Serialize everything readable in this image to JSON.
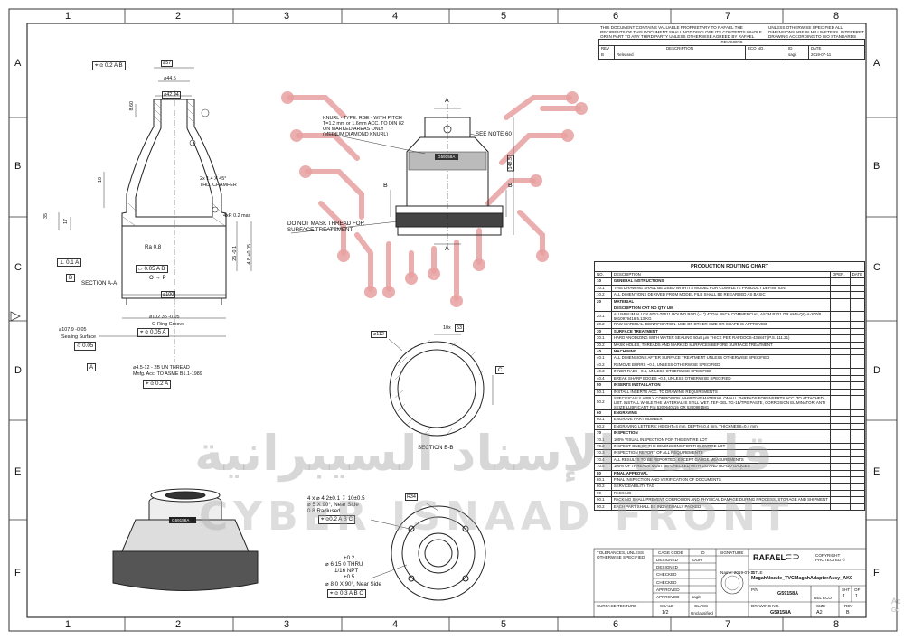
{
  "zones": {
    "columns": [
      "1",
      "2",
      "3",
      "4",
      "5",
      "6",
      "7",
      "8"
    ],
    "rows": [
      "A",
      "B",
      "C",
      "D",
      "E",
      "F"
    ]
  },
  "header": {
    "confidential": "THIS DOCUMENT CONTAINS VALUABLE PROPRIETARY TO RAFAEL THE RECIPIENTS OF THIS DOCUMENT SHALL NOT DISCLOSE ITS CONTENTS WHOLE OR IN PART TO ANY THIRD PARTY UNLESS OTHERWISE AGREED BY RAFAEL",
    "dims_note": "UNLESS OTHERWISE SPECIFIED ALL DIMENSIONS ARE IN MILLIMETERS. INTERPRET DRAWING ACCORDING TO ISO STANDARDS",
    "revisions_title": "REVISIONS",
    "rev_headers": [
      "REV",
      "DESCRIPTION",
      "ECO NO.",
      "ID",
      "DATE"
    ],
    "rev_row": [
      "B",
      "Released",
      "",
      "sagit",
      "2019-07-11"
    ]
  },
  "left_view": {
    "gdt_top": "⌖ ⌀ 0.2 A B",
    "dims": [
      "⌀57",
      "⌀44.5",
      "⌀42.94",
      "8.60",
      "10",
      "35",
      "17",
      "⌀100",
      "⌀102.35 -0.05",
      "⌀107.9 -0.05"
    ],
    "chamfer": "2x 1.4 X 45°",
    "chamfer2": "THD. CHAMFER",
    "r_note": "4xR 0.2 max",
    "ra": "Ra 0.8",
    "flat": "⏥ 0.05 A B",
    "o_p": "O → P",
    "datum_a": "⊥ 0.1 A",
    "datum_b": "B",
    "section_label": "SECTION A-A",
    "o_ring": "O-Ring Groove",
    "profile": "⌖ ⌀ 0.05 A",
    "sealing": "Sealing Surface",
    "sealing_gdt": "⌭ 0.05",
    "datum_a2": "A",
    "thread1": "⌀4.5-12 - 2B UN THREAD",
    "thread2": "Mnfg. Acc. TO ASME B1.1-1989",
    "thread_gdt": "⌖ ⌀ 0.2 A",
    "side_dims": [
      "25 -0.1",
      "4.8 +0.05"
    ]
  },
  "main_view": {
    "knurl": [
      "KNURL - TYPE: RGE - WITH PITCH",
      "T=1.2 mm or 1.6mm ACC. TO DIN 82",
      "ON MARKED AREAS ONLY",
      "(MEDIUM DIAMOND KNURL)"
    ],
    "note": "SEE NOTE 60",
    "dim_h": "148.5",
    "label_a": "A",
    "label_b": "B",
    "mask": [
      "DO NOT MASK THREAD FOR",
      "SURFACE TREATEMENT"
    ],
    "engraving": "G59158A"
  },
  "section_bb": {
    "dia": "⌀112",
    "dim": "10x",
    "dim_box": "53",
    "datum_c": "C",
    "label": "SECTION B-B"
  },
  "iso_view": {
    "engraving": "G59158A"
  },
  "bottom_view": {
    "holes": [
      "4 x ⌀ 4.2±0.1 ↧ 10±0.5",
      "⌀ 5 X 90°, Near Side",
      "0.8 Radiused"
    ],
    "holes_gdt": "⌖ ⌀0.2 A B C",
    "r34": "R34",
    "thru": [
      "+0.2",
      "⌀ 6.15 0 THRU",
      "1/16 NPT",
      "+0.5"
    ],
    "csk": "⌀ 8 0 X 90°, Near Side",
    "thru_gdt": "⌖ ⌀ 0.3 A B C"
  },
  "routing": {
    "title": "PRODUCTION ROUTING CHART",
    "headers": [
      "NO.",
      "DESCRIPTION",
      "OPER.",
      "DATE"
    ],
    "rows": [
      [
        "10",
        "GENERAL INSTRUCTIONS",
        true
      ],
      [
        "10.1",
        "THIS DRAWING SHALL BE USED WITH ITS MODEL FOR COMPLETE PRODUCT DEFINITION",
        false
      ],
      [
        "10.2",
        "ALL DIMENTIONS DERIVED FROM MODEL FILE SHALL BE REGARDED AS BASIC",
        false
      ],
      [
        "20",
        "MATERIAL",
        true
      ],
      [
        "",
        "DESCRIPTION                                   CAT NO   QTY  UM",
        true
      ],
      [
        "20.1",
        "ALUMINUM ALLOY 6061-T6511 ROUND ROD (=1\") 4\" DIA. INCH COMMERCIAL, ASTM B221 OR AMS-QQ-A-200/8              5010979416  5.13  KG",
        false
      ],
      [
        "20.2",
        "RAW MATERIAL IDENTIFICATION. USE OF OTHER SIZE OR SHAPE IS APPROVED",
        false
      ],
      [
        "30",
        "SURFACE TREATMENT",
        true
      ],
      [
        "30.1",
        "HARD ANODIZING WITH WATER SEALING 50±5 μm THICK PER RAFDOCS-436847 (P.S. 111.21)",
        false
      ],
      [
        "30.2",
        "MASK HOLES, THREADS AND MARKED SURFACES BEFORE SURFACE TREATMENT",
        false
      ],
      [
        "40",
        "MACHINING",
        true
      ],
      [
        "40.1",
        "ALL DIMENSIONS AFTER SURFACE TREATMENT UNLESS OTHERWISE SPECIFIED",
        false
      ],
      [
        "40.2",
        "REMOVE BURRS ~0.5, UNLESS OTHERWISE SPECIFIED",
        false
      ],
      [
        "40.3",
        "INNER RADII ~0.5, UNLESS OTHERWISE SPECIFIED",
        false
      ],
      [
        "40.4",
        "BREAK SHARP EDGES ~0.3, UNLESS OTHERWISE SPECIFIED",
        false
      ],
      [
        "50",
        "INSERTS INSTALLATION",
        true
      ],
      [
        "50.1",
        "INSTALL INSERTS ACC. TO DRAWING REQUIREMENTS",
        false
      ],
      [
        "50.2",
        "SPECIFICALLY APPLY CORROSION INHIBITIVE MATERIAL ON ALL THREADS FOR INSERTS ACC. TO ATTACHED LIST. INSTALL WHILE THE MATERIAL IS STILL WET. TEF-GEL TG-1B/TPE PASTE, CORROSION ELIMINATOR, ANTI SEIZE LUBRICANT P.N 5300640115 OR 5300881581",
        false
      ],
      [
        "60",
        "ENGRAVING",
        true
      ],
      [
        "60.1",
        "ENGRAVE PART NUMBER",
        false
      ],
      [
        "60.2",
        "ENGRAVING LETTERS: HEIGHT=4 mm, DEPTH=0.4 mm, THICKNESS=0.4 mm",
        false
      ],
      [
        "70",
        "INSPECTION",
        true
      ],
      [
        "70.1",
        "100% VISUAL INSPECTION FOR THE ENTIRE LOT",
        false
      ],
      [
        "70.2",
        "INSPECT ONE OF THE DIMENSIONS FOR THE ENTIRE LOT",
        false
      ],
      [
        "70.3",
        "INSPECTION REPORT OF ALL REQUIREMENTS",
        false
      ],
      [
        "70.4",
        "ALL RESULTS TO BE REPORTED, EXCEPT GAUGE MEASUREMENTS",
        false
      ],
      [
        "70.5",
        "100% OF THREADS MUST BE CHECKED WITH GO AND NO-GO GAUGES",
        false
      ],
      [
        "80",
        "FINAL APPROVAL",
        true
      ],
      [
        "80.1",
        "FINAL INSPECTION AND VERIFICATION OF DOCUMENTS",
        false
      ],
      [
        "80.2",
        "SERVICEABILITY TAG",
        false
      ],
      [
        "90",
        "PACKING",
        false
      ],
      [
        "90.1",
        "PACKING SHALL PREVENT CORROSION AND PHYSICAL DAMAGE DURING PROCESS, STORAGE AND SHIPMENT",
        false
      ],
      [
        "90.2",
        "EACH PART SHALL BE INDIVIDUALLY PACKED",
        false
      ]
    ]
  },
  "title_block": {
    "tolerances": "TOLERANCES, UNLESS OTHERWISE SPECIFIED",
    "cage_code": "CAGE CODE",
    "id_head": "ID",
    "signature": "SIGNATURE",
    "roles": [
      "DESIGNED",
      "DESIGNED",
      "CHECKED",
      "CHECKED",
      "APPROVED",
      "APPROVED"
    ],
    "designer": "IDOH",
    "approver": "sagit",
    "company": "RAFAEL",
    "copyright": "COPYRIGHT PROTECTED ©",
    "title_label": "TITLE",
    "title": "MagahNozzle_TVCMagahAdapterAssy_AK0",
    "pn_label": "P/N",
    "pn": "G59158A",
    "rel_eco": "REL ECO",
    "surface": "SURFACE TEXTURE",
    "scale_label": "SCALE",
    "scale": "1/2",
    "class_label": "CLASS",
    "class": "Unclassified",
    "drawing_label": "DRAWING NO.",
    "drawing_no": "G59158A",
    "size_label": "SIZE",
    "size": "A2",
    "rev_label": "REV",
    "rev": "B",
    "sht_label": "SHT",
    "sht": "1",
    "of_label": "OF",
    "of": "1",
    "stamp": "Name: 2019-07-11"
  },
  "watermark": {
    "arabic": "ﻗﺎﻋﺪﺓ ﺍﻹﺳﻨﺎﺩ ﺍﻟﺴﻴﺒﺮﺍﻧﻴﺔ",
    "english": "CYBER ISNAAD FRONT"
  },
  "side_edge": [
    "Ac",
    "Go"
  ],
  "colors": {
    "logo": "#e8a0a0",
    "line": "#222",
    "border": "#333"
  }
}
